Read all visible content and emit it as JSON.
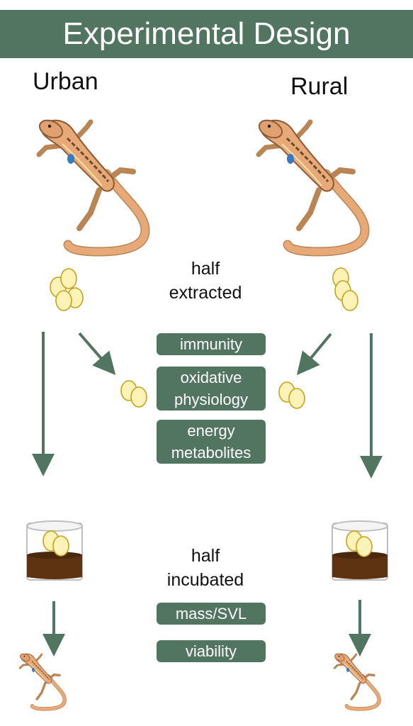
{
  "title": "Experimental Design",
  "columns": {
    "left": "Urban",
    "right": "Rural"
  },
  "extracted": {
    "line1": "half",
    "line2": "extracted"
  },
  "incubated": {
    "line1": "half",
    "line2": "incubated"
  },
  "extracted_measures": [
    [
      "immunity"
    ],
    [
      "oxidative",
      "physiology"
    ],
    [
      "energy",
      "metabolites"
    ]
  ],
  "incubated_measures": [
    [
      "mass/SVL"
    ],
    [
      "viability"
    ]
  ],
  "colors": {
    "accent_green": "#527561",
    "egg_fill": "#fdf2b8",
    "egg_stroke": "#c7a21a",
    "lizard_body": "#e7a977",
    "lizard_stripe": "#6a4a2c",
    "lizard_blue": "#3a78c2",
    "incubator_soil": "#5e3312"
  },
  "icons": [
    "lizard-icon",
    "egg-icon",
    "incubator-cup-icon",
    "arrow-icon"
  ]
}
